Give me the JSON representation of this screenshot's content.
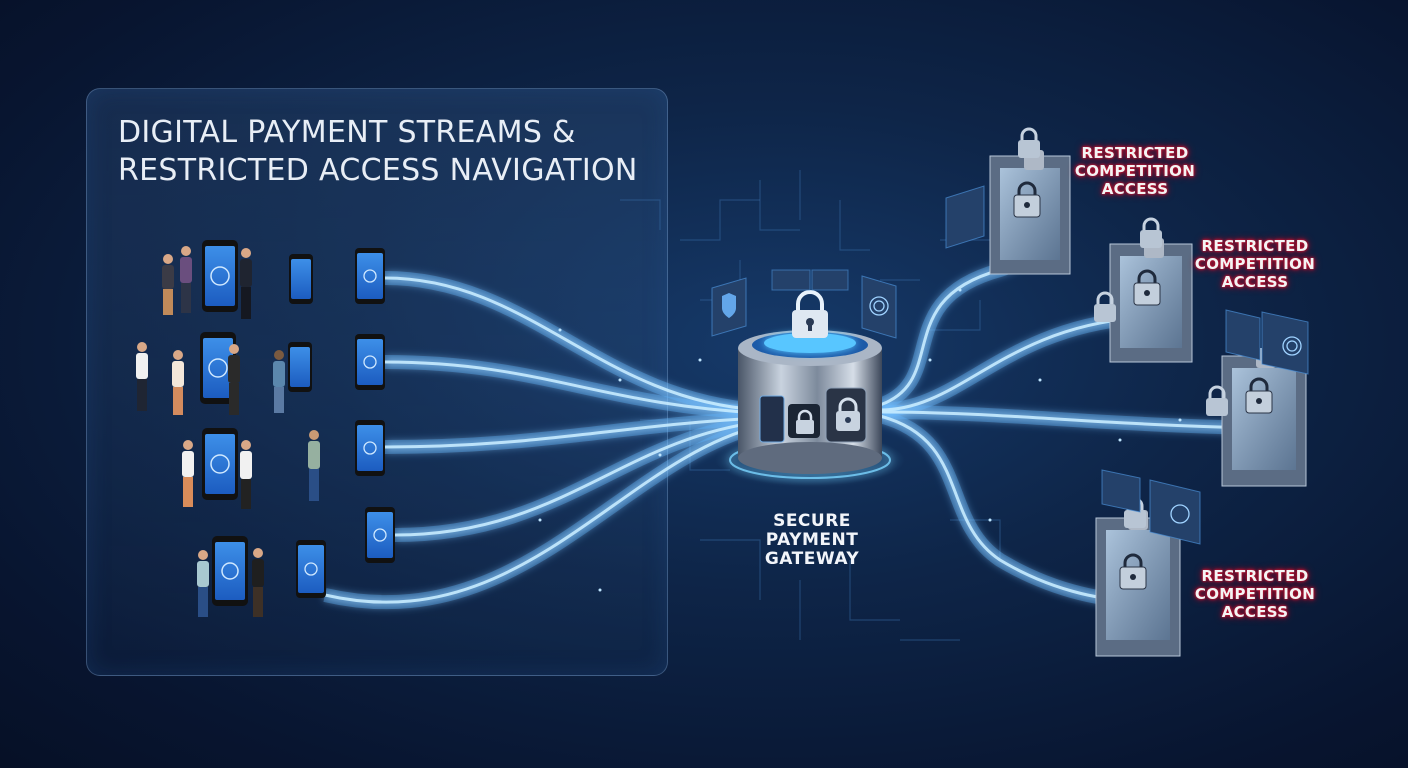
{
  "title": {
    "line1": "DIGITAL PAYMENT STREAMS &",
    "line2": "RESTRICTED ACCESS NAVIGATION"
  },
  "gateway": {
    "line1": "SECURE",
    "line2": "PAYMENT",
    "line3": "GATEWAY"
  },
  "restricted": [
    {
      "line1": "RESTRICTED",
      "line2": "COMPETITION",
      "line3": "ACCESS"
    },
    {
      "line1": "RESTRICTED",
      "line2": "COMPETITION",
      "line3": "ACCESS"
    },
    {
      "line1": "RESTRICTED",
      "line2": "COMPETITION",
      "line3": "ACCESS"
    }
  ],
  "colors": {
    "background": "#0a1a33",
    "stream": "#6fc3ff",
    "stream_core": "#e6f6ff",
    "label_glow": "#c0102a",
    "phone_screen": "#2f7fe0"
  },
  "icons": [
    "lock-icon",
    "shield-icon",
    "fingerprint-icon",
    "phone-icon",
    "person-icon"
  ]
}
